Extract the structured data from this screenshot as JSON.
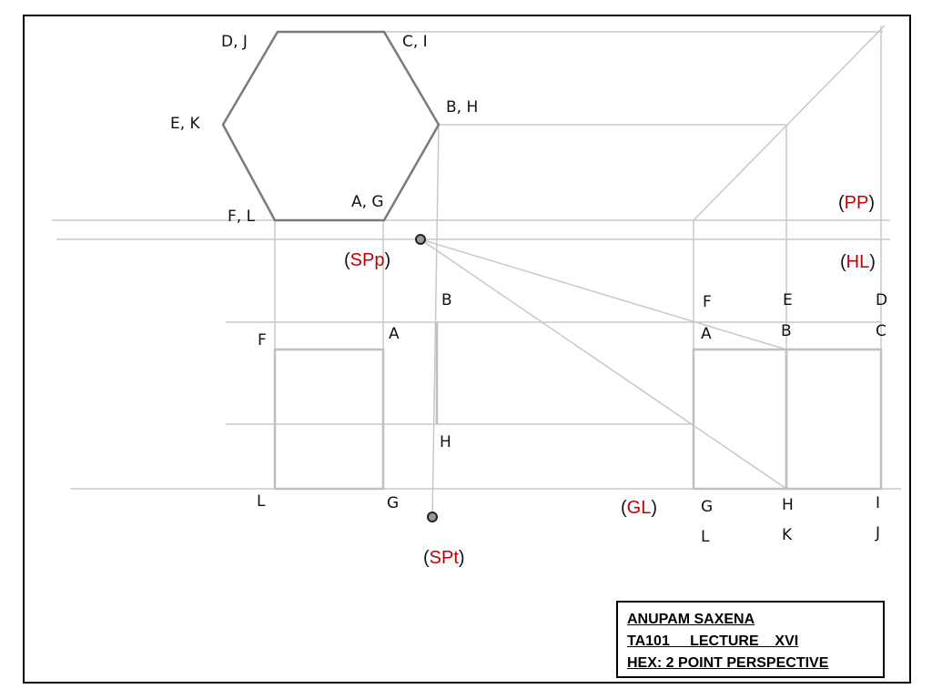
{
  "colors": {
    "frame": "#000000",
    "construction_line": "#c8c8c8",
    "hexagon": "#7a7a7a",
    "view_box": "#c0c0c0",
    "reference_red": "#c00000"
  },
  "labels": {
    "hex_dj": "D, J",
    "hex_ci": "C, I",
    "hex_bh": "B, H",
    "hex_ek": "E, K",
    "hex_fl": "F, L",
    "hex_ag": "A, G",
    "front_f": "F",
    "front_a": "A",
    "front_l": "L",
    "front_g": "G",
    "side_b": "B",
    "side_h": "H",
    "persp_f": "F",
    "persp_e": "E",
    "persp_d": "D",
    "persp_a": "A",
    "persp_b": "B",
    "persp_c": "C",
    "persp_g": "G",
    "persp_h": "H",
    "persp_i": "I",
    "persp_l": "L",
    "persp_k": "K",
    "persp_j": "J"
  },
  "references": {
    "pp": "PP",
    "hl": "HL",
    "gl": "GL",
    "spp": "SPp",
    "spt": "SPt",
    "open_paren": "(",
    "close_paren": ")"
  },
  "title_block": {
    "author": "ANUPAM SAXENA",
    "lecture": "TA101     LECTURE    XVI",
    "topic": "HEX: 2 POINT PERSPECTIVE"
  }
}
